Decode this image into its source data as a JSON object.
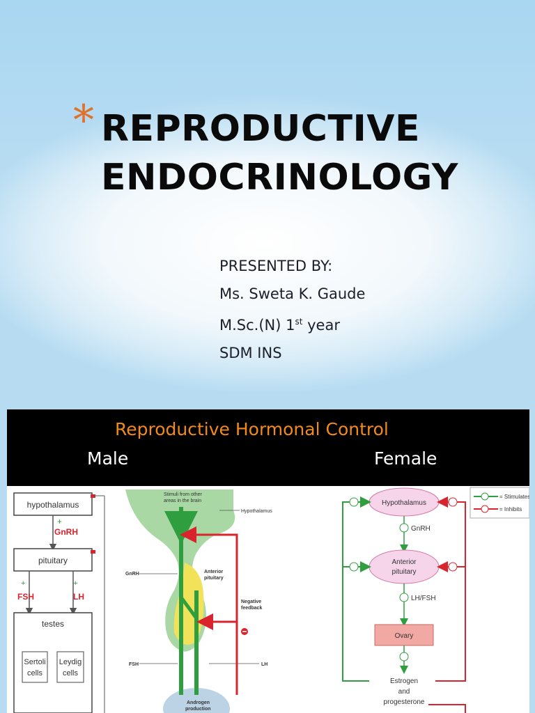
{
  "slide": {
    "title_line1": "REPRODUCTIVE",
    "title_line2": "ENDOCRINOLOGY",
    "bullet_glyph": "*",
    "presenter_label": "PRESENTED BY:",
    "presenter_name": "Ms. Sweta K. Gaude",
    "course_prefix": "M.Sc.(N) 1",
    "course_superscript": "st",
    "course_suffix": " year",
    "institute": "SDM INS",
    "accent_color": "#e0702a"
  },
  "figure": {
    "title": "Reproductive Hormonal Control",
    "male_label": "Male",
    "female_label": "Female",
    "left_diagram": {
      "hypothalamus": "hypothalamus",
      "gnrh": "GnRH",
      "pituitary": "pituitary",
      "fsh": "FSH",
      "lh": "LH",
      "testes": "testes",
      "sertoli_1": "Sertoli",
      "sertoli_2": "cells",
      "leydig_1": "Leydig",
      "leydig_2": "cells"
    },
    "middle_diagram": {
      "stimuli_1": "Stimuli from other",
      "stimuli_2": "areas in the brain",
      "hypothalamus": "Hypothalamus",
      "gnrh": "GnRH",
      "anterior_1": "Anterior",
      "anterior_2": "pituitary",
      "negative_1": "Negative",
      "negative_2": "feedback",
      "fsh": "FSH",
      "lh": "LH",
      "androgen_1": "Androgen",
      "androgen_2": "production"
    },
    "right_diagram": {
      "hypothalamus": "Hypothalamus",
      "gnrh": "GnRH",
      "anterior_1": "Anterior",
      "anterior_2": "pituitary",
      "lhfsh": "LH/FSH",
      "ovary": "Ovary",
      "estrogen_1": "Estrogen",
      "estrogen_2": "and",
      "estrogen_3": "progesterone",
      "legend_stimulates": "= Stimulates",
      "legend_inhibits": "= Inhibits"
    }
  }
}
